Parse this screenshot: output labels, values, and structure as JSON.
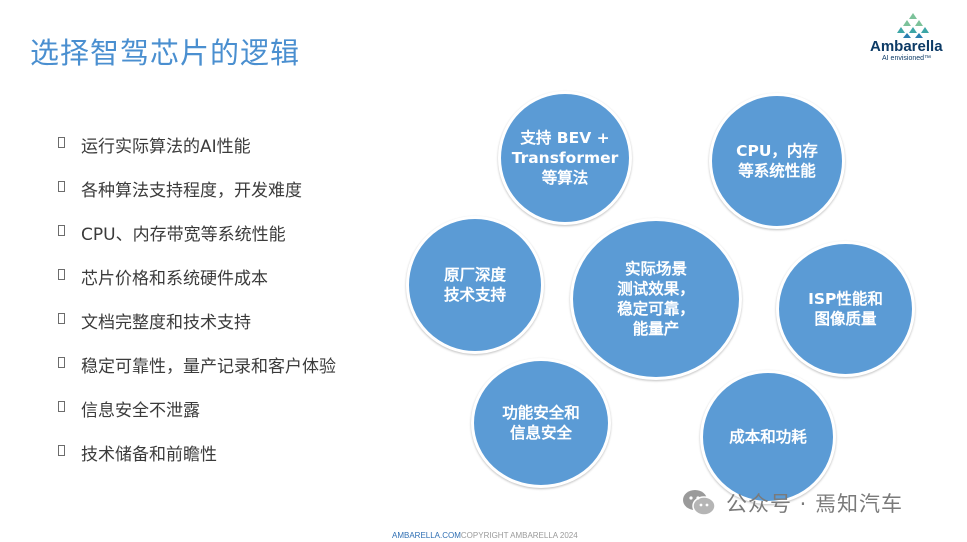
{
  "slide": {
    "title": "选择智驾芯片的逻辑"
  },
  "logo": {
    "name": "Ambarella",
    "tagline": "AI envisioned™"
  },
  "bullets": [
    "运行实际算法的AI性能",
    "各种算法支持程度，开发难度",
    "CPU、内存带宽等系统性能",
    "芯片价格和系统硬件成本",
    "文档完整度和技术支持",
    "稳定可靠性，量产记录和客户体验",
    "信息安全不泄露",
    "技术储备和前瞻性"
  ],
  "circles": [
    "支持 BEV +\nTransformer\n等算法",
    "CPU，内存\n等系统性能",
    "原厂深度\n技术支持",
    "实际场景\n测试效果，\n稳定可靠，\n能量产",
    "ISP性能和\n图像质量",
    "功能安全和\n信息安全",
    "成本和功耗"
  ],
  "watermark": "公众号 · 焉知汽车",
  "footer": {
    "site": "AMBARELLA.COM",
    "copyright": "COPYRIGHT AMBARELLA 2024"
  },
  "colors": {
    "title": "#4a8fd0",
    "circle": "#5b9bd5",
    "logo": "#0d3b66"
  }
}
